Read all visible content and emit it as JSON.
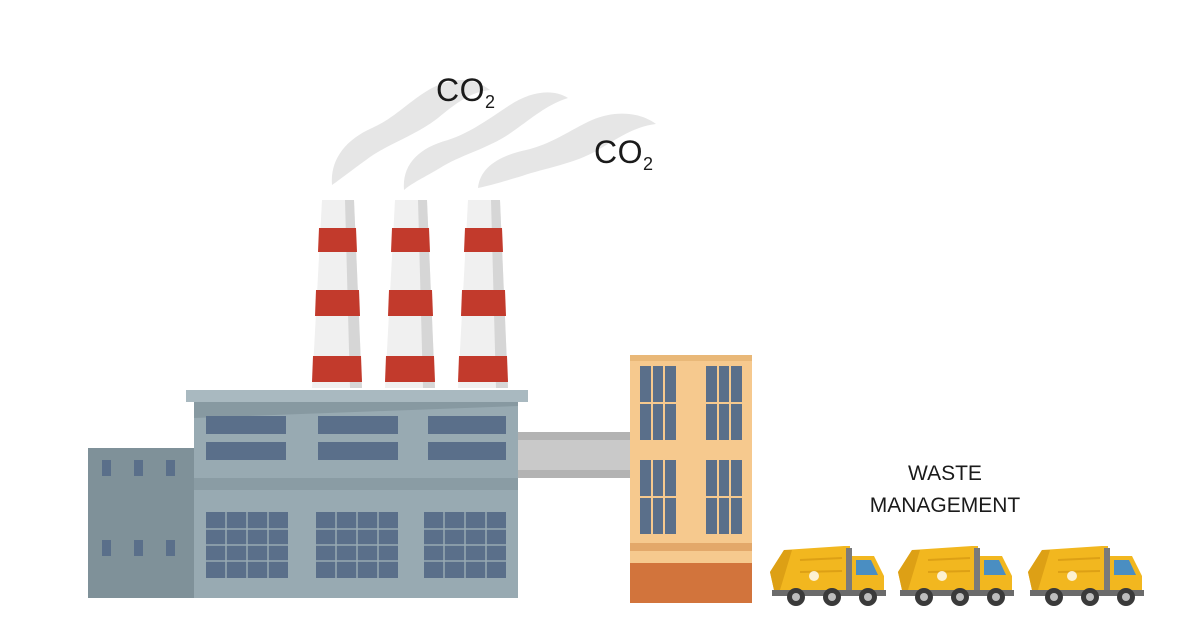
{
  "emission_label_1": {
    "main": "CO",
    "sub": "2"
  },
  "emission_label_2": {
    "main": "CO",
    "sub": "2"
  },
  "waste_label": {
    "line1": "WASTE",
    "line2": "MANAGEMENT"
  },
  "truck_count": 3,
  "colors": {
    "smoke": "#e6e6e6",
    "stack_white": "#f0f0f0",
    "stack_red": "#c23a2c",
    "factory_body": "#98aab2",
    "factory_dark": "#7f9199",
    "window_blue": "#5a6f8a",
    "conveyor": "#c9c9c9",
    "building_yellow": "#f6c98e",
    "building_base": "#d2743c",
    "truck_yellow": "#f2b71f"
  }
}
